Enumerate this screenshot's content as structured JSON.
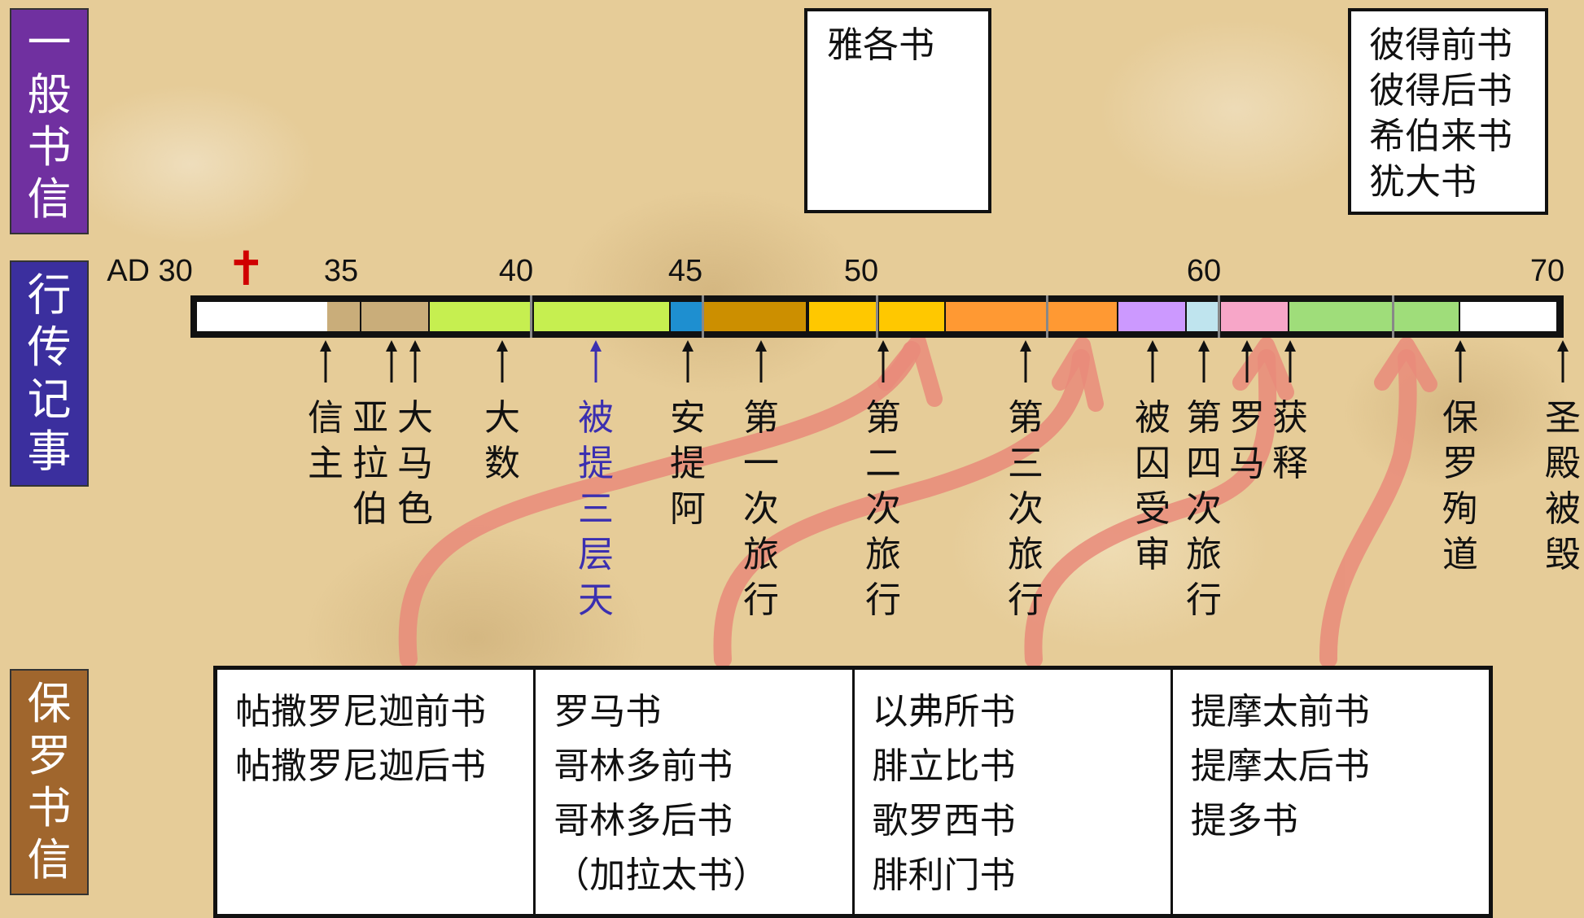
{
  "side_labels": {
    "general": {
      "text": [
        "一",
        "般",
        "书",
        "信"
      ],
      "color": "#7030a0"
    },
    "acts": {
      "text": [
        "行",
        "传",
        "记",
        "事"
      ],
      "color": "#3b2f9e"
    },
    "paul": {
      "text": [
        "保",
        "罗",
        "书",
        "信"
      ],
      "color": "#a0662d"
    }
  },
  "general_epistles": {
    "james": [
      "雅各书"
    ],
    "later": [
      "彼得前书",
      "彼得后书",
      "希伯来书",
      "犹大书"
    ]
  },
  "timeline": {
    "years": [
      "AD 30",
      "35",
      "40",
      "45",
      "50",
      "60",
      "70"
    ],
    "cross_symbol": "✝",
    "cross_color": "#d00000",
    "segments": [
      {
        "color": "#ffffff"
      },
      {
        "color": "#c9ad7a"
      },
      {
        "color": "#c9ad7a"
      },
      {
        "color": "#c6ef50"
      },
      {
        "color": "#c6ef50"
      },
      {
        "color": "#1e8fd0"
      },
      {
        "color": "#cc8f00"
      },
      {
        "color": "#cc8f00"
      },
      {
        "color": "#ffc800"
      },
      {
        "color": "#ffc800"
      },
      {
        "color": "#ff9933"
      },
      {
        "color": "#ff9933"
      },
      {
        "color": "#cc99ff"
      },
      {
        "color": "#bfe4ee"
      },
      {
        "color": "#f7a6c8"
      },
      {
        "color": "#9fdd7a"
      },
      {
        "color": "#9fdd7a"
      },
      {
        "color": "#ffffff"
      }
    ]
  },
  "events": [
    {
      "lines": [
        "信",
        "主"
      ],
      "color": "#111111"
    },
    {
      "lines": [
        "亚",
        "拉",
        "伯"
      ],
      "color": "#111111"
    },
    {
      "lines": [
        "大",
        "马",
        "色"
      ],
      "color": "#111111"
    },
    {
      "lines": [
        "大",
        "数"
      ],
      "color": "#111111"
    },
    {
      "lines": [
        "被",
        "提",
        "三",
        "层",
        "天"
      ],
      "color": "#3b2fb0"
    },
    {
      "lines": [
        "安",
        "提",
        "阿"
      ],
      "color": "#111111"
    },
    {
      "lines": [
        "第",
        "一",
        "次",
        "旅",
        "行"
      ],
      "color": "#111111"
    },
    {
      "lines": [
        "第",
        "二",
        "次",
        "旅",
        "行"
      ],
      "color": "#111111"
    },
    {
      "lines": [
        "第",
        "三",
        "次",
        "旅",
        "行"
      ],
      "color": "#111111"
    },
    {
      "lines": [
        "被",
        "囚",
        "受",
        "审"
      ],
      "color": "#111111"
    },
    {
      "lines": [
        "第",
        "四",
        "次",
        "旅",
        "行"
      ],
      "color": "#111111"
    },
    {
      "lines": [
        "罗",
        "马"
      ],
      "color": "#111111"
    },
    {
      "lines": [
        "获",
        "释"
      ],
      "color": "#111111"
    },
    {
      "lines": [
        "保",
        "罗",
        "殉",
        "道"
      ],
      "color": "#111111"
    },
    {
      "lines": [
        "圣",
        "殿",
        "被",
        "毁"
      ],
      "color": "#111111"
    }
  ],
  "paul_epistles": [
    [
      "帖撒罗尼迦前书",
      "帖撒罗尼迦后书"
    ],
    [
      "罗马书",
      "哥林多前书",
      "哥林多后书",
      "（加拉太书）"
    ],
    [
      "以弗所书",
      "腓立比书",
      "歌罗西书",
      "腓利门书"
    ],
    [
      "提摩太前书",
      "提摩太后书",
      "提多书"
    ]
  ],
  "colors": {
    "flow_arrow": "#e98b7a"
  }
}
